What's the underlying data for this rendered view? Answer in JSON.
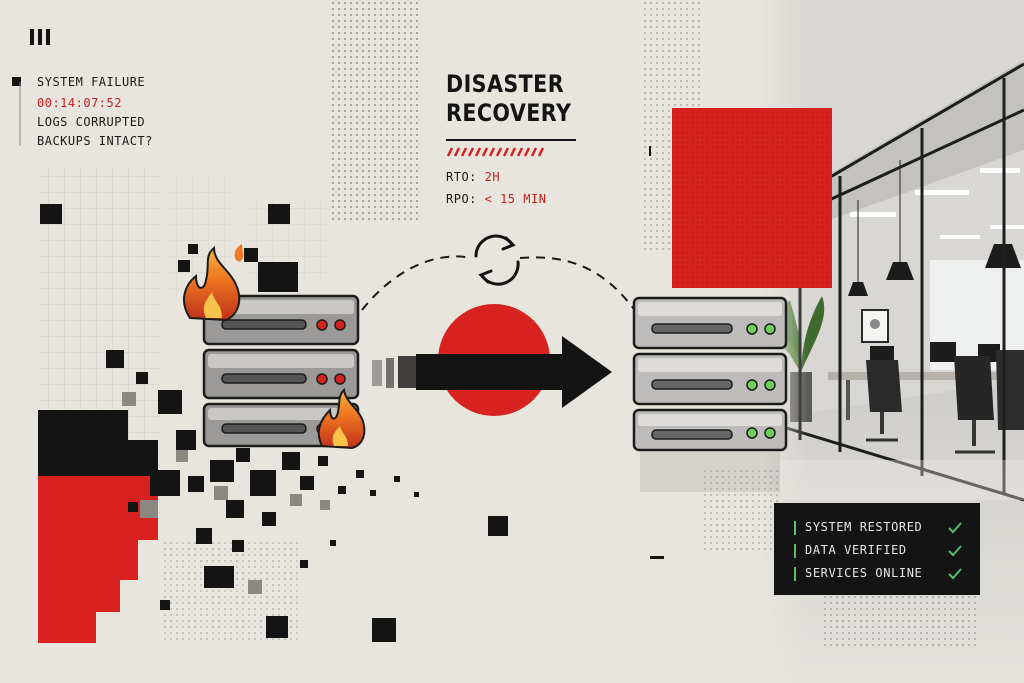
{
  "failure_log": {
    "lines": [
      {
        "text": "SYSTEM FAILURE",
        "color": "#1a1a1a"
      },
      {
        "text": "00:14:07:52",
        "color": "#c81e1e"
      },
      {
        "text": "LOGS CORRUPTED",
        "color": "#1a1a1a"
      },
      {
        "text": "BACKUPS INTACT?",
        "color": "#1a1a1a"
      }
    ]
  },
  "headline": {
    "line1": "DISASTER",
    "line2": "RECOVERY"
  },
  "metrics": [
    {
      "label": "RTO: ",
      "value": "2H"
    },
    {
      "label": "RPO: ",
      "value": "< 15 MIN"
    }
  ],
  "status_panel": {
    "items": [
      {
        "label": "SYSTEM RESTORED",
        "icon": "check-icon"
      },
      {
        "label": "DATA VERIFIED",
        "icon": "check-icon"
      },
      {
        "label": "SERVICES ONLINE",
        "icon": "check-icon"
      }
    ]
  },
  "palette": {
    "paper": "#e8e5df",
    "ink": "#141414",
    "accent_red": "#d8221f",
    "fail_led": "#d8221f",
    "ok_led": "#6fcf59",
    "panel_green": "#58c06a"
  }
}
